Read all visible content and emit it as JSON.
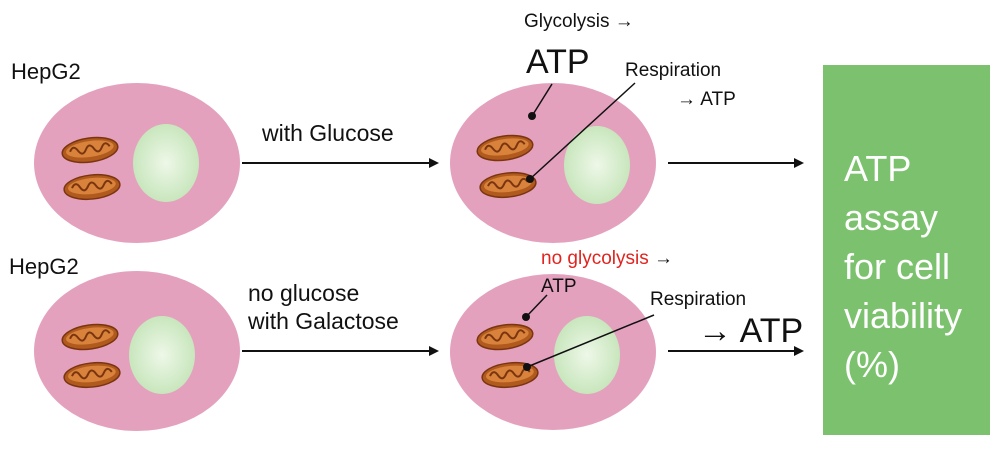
{
  "top_row": {
    "cell_label": "HepG2",
    "condition": "with Glucose",
    "glycolysis_label": "Glycolysis →",
    "glycolysis_product": "ATP",
    "respiration_label": "Respiration",
    "respiration_product": "→ ATP"
  },
  "bottom_row": {
    "cell_label": "HepG2",
    "condition_line1": "no glucose",
    "condition_line2": "with Galactose",
    "no_glycolysis_label": "no glycolysis",
    "no_glycolysis_arrow": "→",
    "no_glycolysis_product": "ATP",
    "respiration_label": "Respiration",
    "respiration_product": "→ ATP"
  },
  "assay": {
    "text": "ATP\nassay\nfor cell\nviability\n(%)"
  },
  "colors": {
    "cell_body": "#e4a1bd",
    "nucleus": "#dff0d5",
    "mitochondria": "#b85c22",
    "assay_box": "#7cc26e",
    "no_glycolysis_text": "#e0241f",
    "arrow": "#111111"
  }
}
